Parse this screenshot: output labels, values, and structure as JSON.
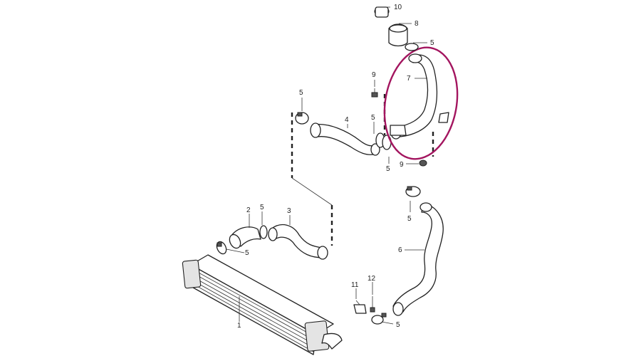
{
  "colors": {
    "highlight": "#a3155f",
    "line": "#222222",
    "fill": "#ffffff"
  },
  "callouts": {
    "c1": "1",
    "c2": "2",
    "c3": "3",
    "c4": "4",
    "c5a": "5",
    "c5b": "5",
    "c5c": "5",
    "c5d": "5",
    "c5e": "5",
    "c5f": "5",
    "c5g": "5",
    "c6": "6",
    "c7": "7",
    "c8": "8",
    "c9a": "9",
    "c9b": "9",
    "c10": "10",
    "c11": "11",
    "c12": "12"
  }
}
